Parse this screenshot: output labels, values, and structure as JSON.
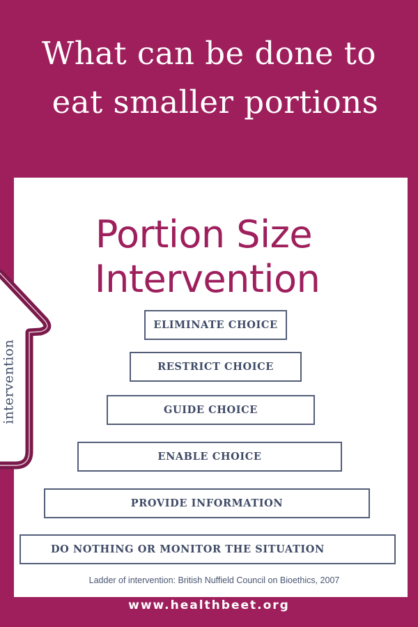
{
  "headline": {
    "line1": "What can be done to",
    "line2": "eat smaller portions"
  },
  "card": {
    "title_line1": "Portion Size",
    "title_line2": "Intervention",
    "arrow_label": "intervention",
    "arrow_icon": "up-arrow-icon",
    "ladder": [
      {
        "label": "ELIMINATE CHOICE"
      },
      {
        "label": "RESTRICT CHOICE"
      },
      {
        "label": "GUIDE CHOICE"
      },
      {
        "label": "ENABLE CHOICE"
      },
      {
        "label": "PROVIDE INFORMATION"
      },
      {
        "label": "DO NOTHING OR MONITOR THE SITUATION"
      }
    ],
    "caption": "Ladder of intervention: British Nuffield Council on Bioethics, 2007"
  },
  "footer": {
    "url": "www.healthbeet.org"
  },
  "colors": {
    "background": "#9E1F5C",
    "title": "#9E1F5C",
    "arrow_stroke": "#7A1A4A",
    "rung_border": "#525D78",
    "rung_text": "#3F4A66"
  }
}
